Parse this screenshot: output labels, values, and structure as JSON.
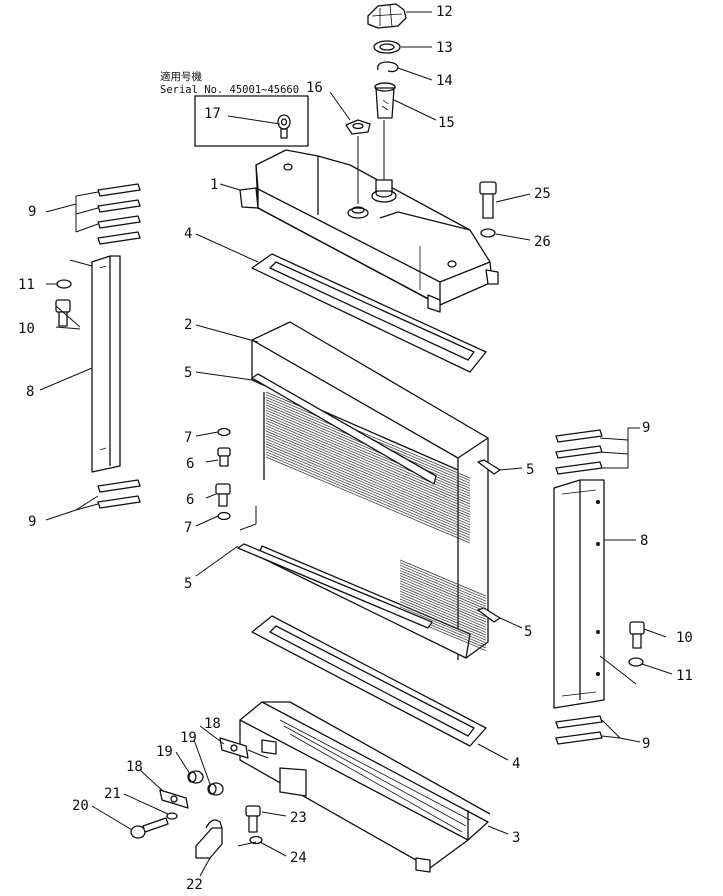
{
  "diagram": {
    "serial_note": {
      "jp": "適用号機",
      "serial": "Serial No. 45001~45660"
    },
    "callouts": [
      "1",
      "2",
      "3",
      "4",
      "4",
      "5",
      "5",
      "5",
      "5",
      "6",
      "6",
      "7",
      "7",
      "8",
      "8",
      "9",
      "9",
      "9",
      "9",
      "10",
      "10",
      "11",
      "11",
      "12",
      "13",
      "14",
      "15",
      "16",
      "17",
      "18",
      "18",
      "19",
      "19",
      "20",
      "21",
      "22",
      "23",
      "24",
      "25",
      "26"
    ]
  }
}
